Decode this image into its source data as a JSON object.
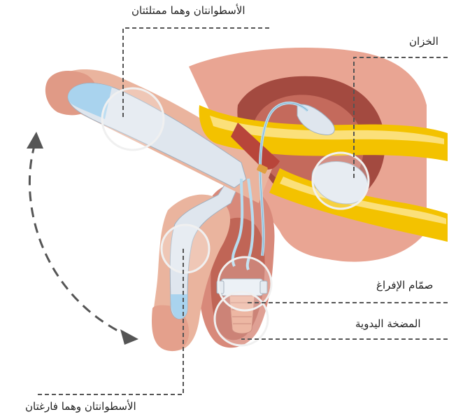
{
  "labels": {
    "inflated_cylinders": "الأسطوانتان وهما ممتلئتان",
    "reservoir": "الخزان",
    "release_valve": "صمّام الإفراغ",
    "pump": "المضخة اليدوية",
    "deflated_cylinders": "الأسطوانتان وهما فارغتان"
  },
  "colors": {
    "skin_light": "#f3cdb8",
    "skin_mid": "#e3a48c",
    "tissue_dark": "#a34a40",
    "tissue_mid": "#c46a5c",
    "bone_yellow": "#f3c200",
    "bone_light": "#fbe07a",
    "implant": "#dfe6ee",
    "implant_tip": "#a9d3ee",
    "tube": "#b7dcef",
    "leader": "#555555",
    "highlight_ring": "#f0f0f0"
  }
}
